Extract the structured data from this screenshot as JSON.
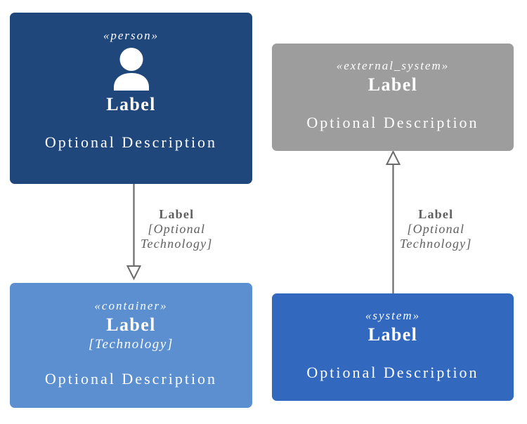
{
  "diagram": {
    "type": "c4-uml-legend",
    "background_color": "#ffffff",
    "nodes": [
      {
        "id": "person",
        "stereotype": "«person»",
        "label": "Label",
        "technology": "",
        "description": "Optional Description",
        "color": "#20477c",
        "text_color": "#ffffff",
        "icon": "person-icon"
      },
      {
        "id": "external_system",
        "stereotype": "«external_system»",
        "label": "Label",
        "technology": "",
        "description": "Optional Description",
        "color": "#9d9d9d",
        "text_color": "#ffffff",
        "icon": ""
      },
      {
        "id": "container",
        "stereotype": "«container»",
        "label": "Label",
        "technology": "[Technology]",
        "description": "Optional Description",
        "color": "#5b8fd0",
        "text_color": "#ffffff",
        "icon": ""
      },
      {
        "id": "system",
        "stereotype": "«system»",
        "label": "Label",
        "technology": "",
        "description": "Optional Description",
        "color": "#3269be",
        "text_color": "#ffffff",
        "icon": ""
      }
    ],
    "edges": [
      {
        "id": "person-to-container",
        "from": "person",
        "to": "container",
        "label": "Label",
        "technology_line_1": "[Optional",
        "technology_line_2": "Technology]",
        "line_color": "#6b6b6b",
        "arrow_fill": "#ffffff",
        "arrow_direction": "down"
      },
      {
        "id": "system-to-external-system",
        "from": "system",
        "to": "external_system",
        "label": "Label",
        "technology_line_1": "[Optional",
        "technology_line_2": "Technology]",
        "line_color": "#6b6b6b",
        "arrow_fill": "#ffffff",
        "arrow_direction": "up"
      }
    ]
  }
}
